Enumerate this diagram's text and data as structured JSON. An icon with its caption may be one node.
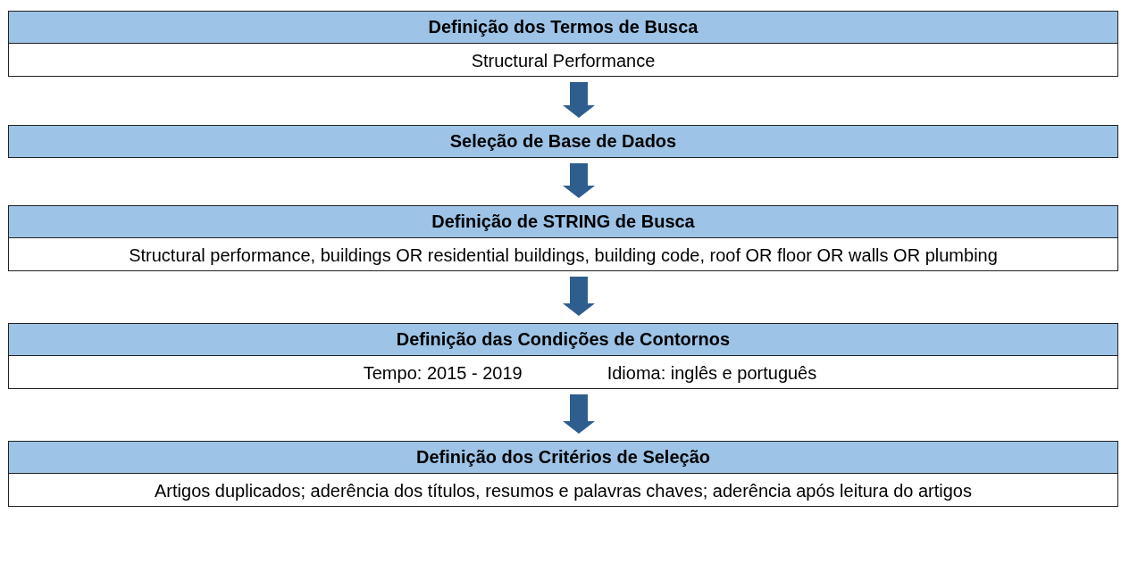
{
  "diagram": {
    "nodes": [
      {
        "text": [
          "Definição dos Termos de Busca",
          "Structural Performance"
        ]
      },
      {
        "text": [
          "Seleção de Base de Dados"
        ]
      },
      {
        "text": [
          "Definição de STRING de Busca",
          "Structural performance, buildings OR residential buildings, building code, roof OR floor OR walls OR plumbing"
        ]
      },
      {
        "text": [
          "Definição das Condições de Contornos",
          "Tempo: 2015 - 2019",
          "Idioma: inglês e português"
        ]
      },
      {
        "text": [
          "Definição dos Critérios de Seleção",
          "Artigos duplicados; aderência dos títulos, resumos e palavras chaves; aderência após leitura do artigos"
        ]
      }
    ],
    "edges": [
      {
        "from": 0,
        "to": 1,
        "arrow": "to"
      },
      {
        "from": 1,
        "to": 2,
        "arrow": "to"
      },
      {
        "from": 2,
        "to": 3,
        "arrow": "to"
      },
      {
        "from": 3,
        "to": 4,
        "arrow": "to"
      }
    ]
  }
}
